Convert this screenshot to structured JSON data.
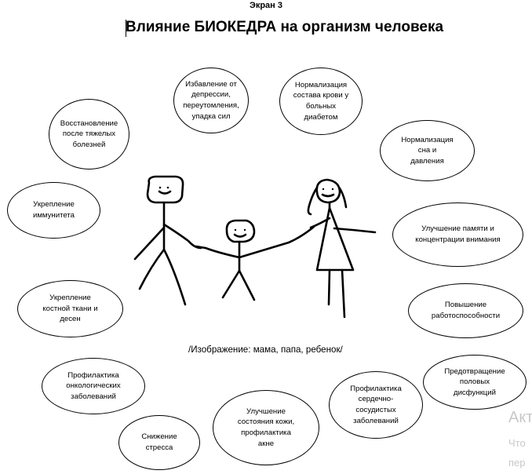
{
  "screen_label": "Экран 3",
  "title": "Влияние БИОКЕДРА на организм человека",
  "caption": "/Изображение: мама, папа, ребенок/",
  "bubbles": [
    {
      "id": "depression",
      "lines": [
        "Избавление от",
        "депрессии,",
        "переутомления,",
        "упадка сил"
      ]
    },
    {
      "id": "blood",
      "lines": [
        "Нормализация",
        "состава крови у",
        "больных",
        "диабетом"
      ]
    },
    {
      "id": "recovery",
      "lines": [
        "Восстановление",
        "после тяжелых",
        "болезней"
      ]
    },
    {
      "id": "sleep",
      "lines": [
        "Нормализация",
        "сна и",
        "давления"
      ]
    },
    {
      "id": "immunity",
      "lines": [
        "Укрепление",
        "иммунитета"
      ]
    },
    {
      "id": "memory",
      "lines": [
        "Улучшение памяти и",
        "концентрации внимания"
      ]
    },
    {
      "id": "bones",
      "lines": [
        "Укрепление",
        "костной ткани и",
        "десен"
      ]
    },
    {
      "id": "performance",
      "lines": [
        "Повышение",
        "работоспособности"
      ]
    },
    {
      "id": "oncology",
      "lines": [
        "Профилактика",
        "онкологических",
        "заболеваний"
      ]
    },
    {
      "id": "sexual",
      "lines": [
        "Предотвращение",
        "половых",
        "дисфункций"
      ]
    },
    {
      "id": "cardio",
      "lines": [
        "Профилактика",
        "сердечно-",
        "сосудистых",
        "заболеваний"
      ]
    },
    {
      "id": "skin",
      "lines": [
        "Улучшение",
        "состояния кожи,",
        "профилактика",
        "акне"
      ]
    },
    {
      "id": "stress",
      "lines": [
        "Снижение",
        "стресса"
      ]
    }
  ],
  "watermark": [
    "Акт",
    "Что",
    "пер"
  ]
}
